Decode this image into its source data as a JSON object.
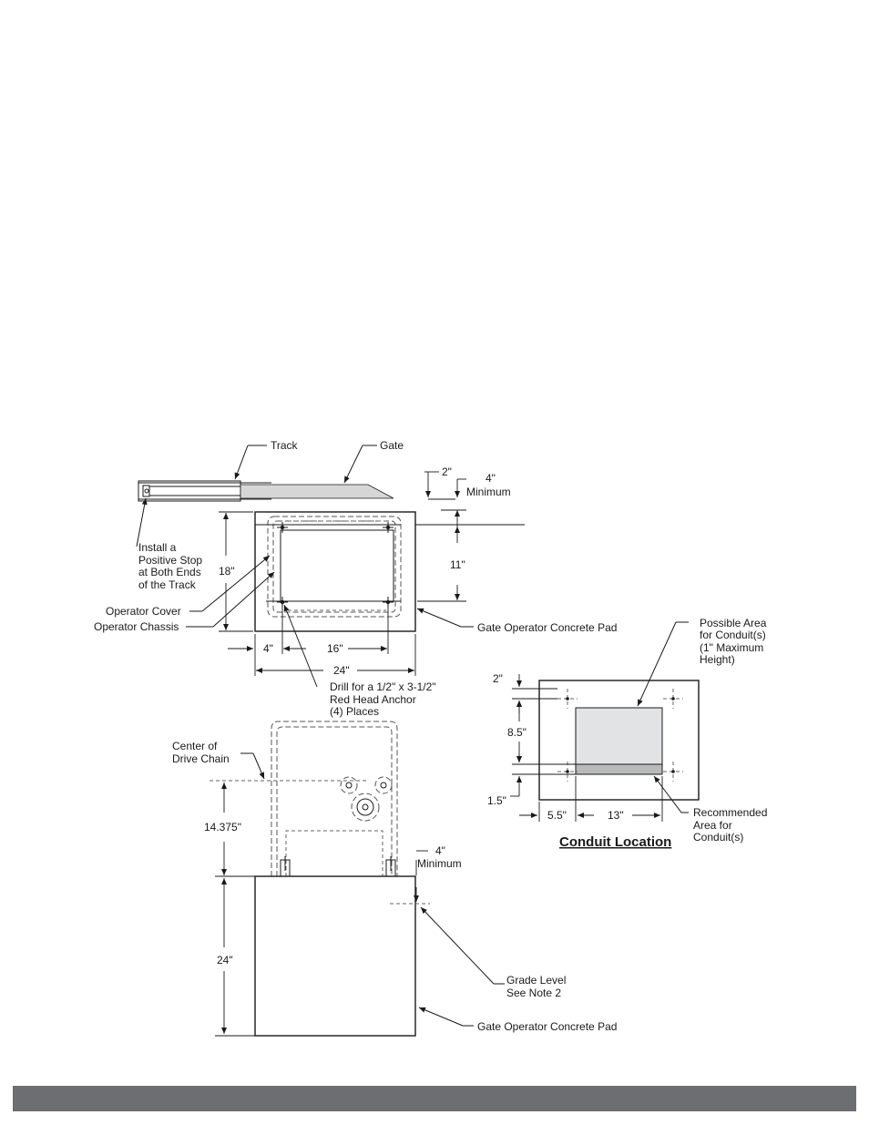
{
  "labels": {
    "track": "Track",
    "gate": "Gate",
    "dim_2in_top": "2\"",
    "dim_4in_top": "4\"",
    "minimum_top": "Minimum",
    "positive_stop": [
      "Install a",
      "Positive Stop",
      "at Both Ends",
      "of the Track"
    ],
    "dim_18in": "18\"",
    "dim_11in": "11\"",
    "operator_cover": "Operator Cover",
    "operator_chassis": "Operator Chassis",
    "pad_top": "Gate Operator Concrete Pad",
    "dim_4in_left": "4\"",
    "dim_16in": "16\"",
    "dim_24in_width": "24\"",
    "drill": [
      "Drill for a 1/2\" x 3-1/2\"",
      "Red Head Anchor",
      "(4) Places"
    ],
    "center_drive_chain": [
      "Center of",
      "Drive Chain"
    ],
    "dim_14375": "14.375\"",
    "dim_4in_bottom": "4\"",
    "minimum_bottom": "Minimum",
    "dim_24in_height": "24\"",
    "grade_level": [
      "Grade Level",
      "See Note 2"
    ],
    "pad_bottom": "Gate Operator Concrete Pad"
  },
  "conduit": {
    "title": "Conduit Location",
    "possible_area": [
      "Possible Area",
      "for Conduit(s)",
      "(1\" Maximum",
      "Height)"
    ],
    "recommended_area": [
      "Recommended",
      "Area for",
      "Conduit(s)"
    ],
    "dim_2in": "2\"",
    "dim_85in": "8.5\"",
    "dim_15in": "1.5\"",
    "dim_55in": "5.5\"",
    "dim_13in": "13\""
  },
  "colors": {
    "footer_bar": "#6d6e71",
    "conduit_possible_fill": "#e2e3e4",
    "conduit_recommended_fill": "#b9babb",
    "gate_fill": "#d6d6d6"
  }
}
